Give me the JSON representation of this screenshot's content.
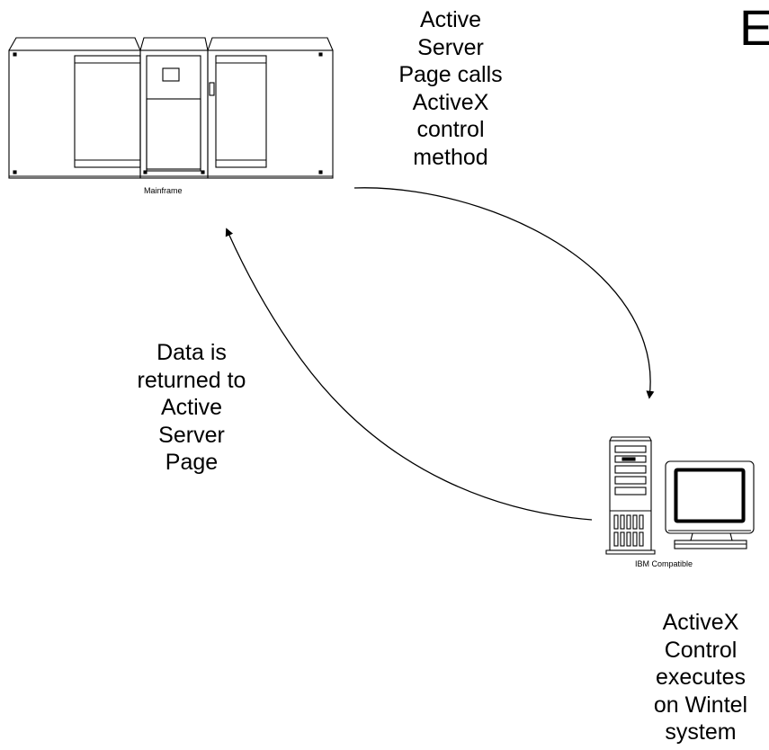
{
  "diagram": {
    "corner_letter": "E",
    "nodes": {
      "mainframe": {
        "caption": "Mainframe",
        "icon": "mainframe-icon"
      },
      "pc": {
        "caption": "IBM Compatible",
        "icon": "ibm-compatible-pc-icon"
      }
    },
    "edges": {
      "call": {
        "lines": [
          "Active",
          "Server",
          "Page calls",
          "ActiveX",
          "control",
          "method"
        ]
      },
      "return": {
        "lines": [
          "Data is",
          "returned to",
          "Active",
          "Server",
          "Page"
        ]
      }
    },
    "pc_note": {
      "lines": [
        "ActiveX",
        "Control",
        "executes",
        "on Wintel",
        "system"
      ]
    }
  }
}
